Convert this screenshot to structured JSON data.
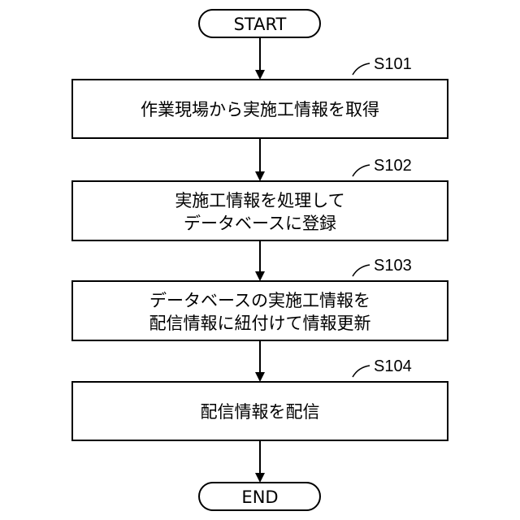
{
  "terminals": {
    "start": "START",
    "end": "END"
  },
  "steps": [
    {
      "label": "S101",
      "lines": [
        "作業現場から実施工情報を取得"
      ]
    },
    {
      "label": "S102",
      "lines": [
        "実施工情報を処理して",
        "データベースに登録"
      ]
    },
    {
      "label": "S103",
      "lines": [
        "データベースの実施工情報を",
        "配信情報に紐付けて情報更新"
      ]
    },
    {
      "label": "S104",
      "lines": [
        "配信情報を配信"
      ]
    }
  ]
}
